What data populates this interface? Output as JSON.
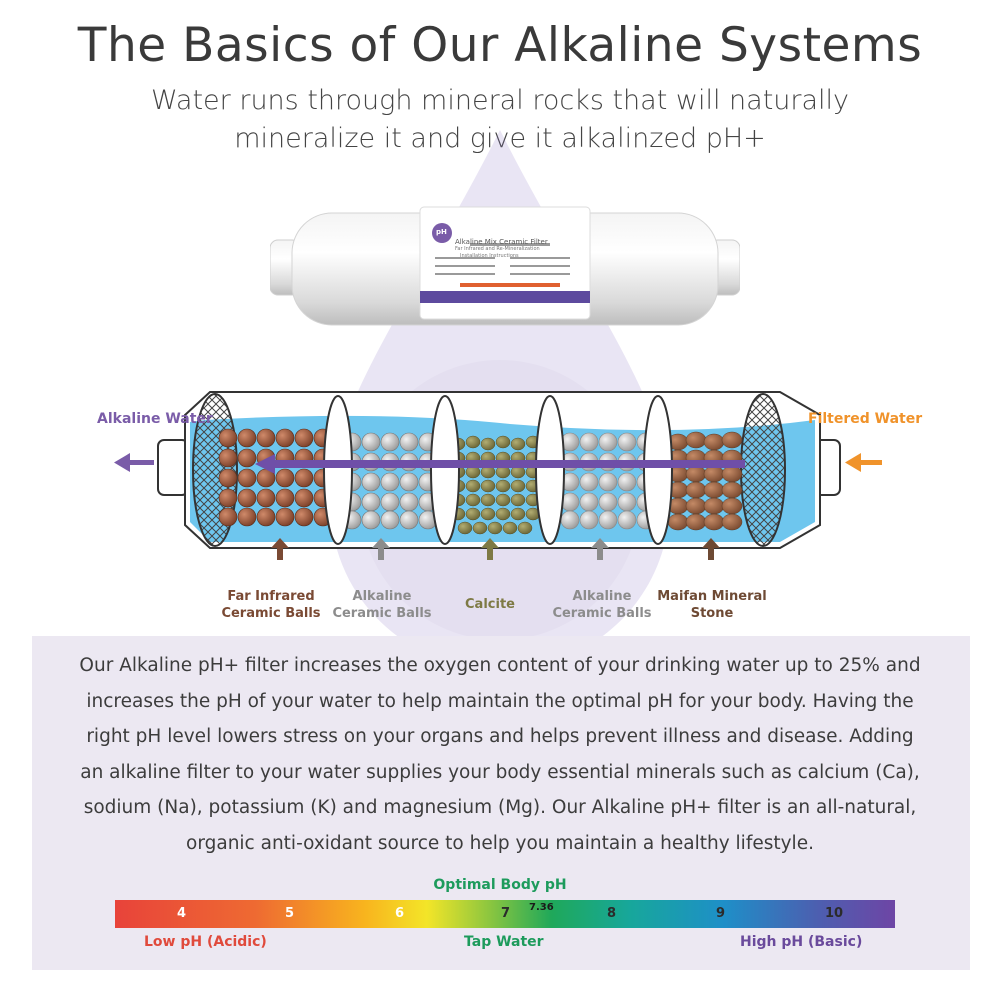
{
  "header": {
    "title": "The Basics of Our Alkaline Systems",
    "subtitle_line1": "Water runs through mineral rocks that will naturally",
    "subtitle_line2": "mineralize it and give it alkalinzed pH+"
  },
  "product": {
    "badge": "pH",
    "label_title": "Alkaline Mix Ceramic Filter",
    "label_sub": "Far Infrared and Re-Mineralization",
    "label_section": "Installation Instructions"
  },
  "diagram": {
    "outlet_label": "Alkaline Water",
    "inlet_label": "Filtered Water",
    "media": [
      {
        "line1": "Far Infrared",
        "line2": "Ceramic Balls",
        "color": "#7a4a34"
      },
      {
        "line1": "Alkaline",
        "line2": "Ceramic Balls",
        "color": "#8c8c8c"
      },
      {
        "line1": "Calcite",
        "line2": "",
        "color": "#7e7a45"
      },
      {
        "line1": "Alkaline",
        "line2": "Ceramic Balls",
        "color": "#8c8c8c"
      },
      {
        "line1": "Maifan Mineral",
        "line2": "Stone",
        "color": "#6e4a34"
      }
    ]
  },
  "info": {
    "lines": [
      "Our Alkaline pH+ filter increases the oxygen content of your drinking water up to 25% and",
      "increases the pH of your water to help maintain the optimal pH for your body. Having the",
      "right pH level lowers stress on your organs and helps prevent illness and disease. Adding",
      "an alkaline filter to your water  supplies your body essential minerals such as calcium (Ca),",
      "sodium (Na), potassium (K) and magnesium (Mg). Our Alkaline pH+ filter is an all-natural,",
      "organic anti-oxidant source to help you maintain a healthy lifestyle."
    ]
  },
  "ph_scale": {
    "optimal_title": "Optimal Body pH",
    "ticks": [
      "4",
      "5",
      "6",
      "7",
      "8",
      "9",
      "10"
    ],
    "optimal_value": "7.36",
    "low_label": "Low pH (Acidic)",
    "tap_label": "Tap Water",
    "high_label": "High pH (Basic)"
  },
  "colors": {
    "outlet": "#7a5ca8",
    "inlet": "#f0932b",
    "optimal": "#1d9b5c",
    "panel": "#ece8f2"
  }
}
